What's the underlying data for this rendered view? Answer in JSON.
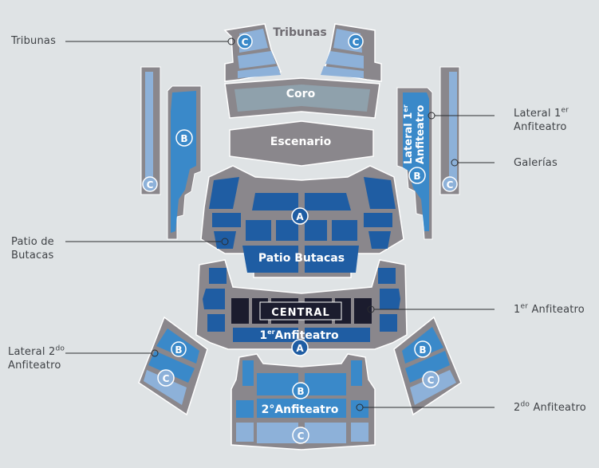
{
  "colors": {
    "background": "#dfe3e5",
    "structure_gray": "#8a878c",
    "zone_a": "#1f5da3",
    "zone_b": "#3a89c9",
    "zone_c": "#8db1d9",
    "central": "#1b1c2e",
    "coro": "#8fa1ac"
  },
  "stage": {
    "tribunas_title": "Tribunas",
    "coro": "Coro",
    "escenario": "Escenario"
  },
  "sections": {
    "patio_butacas": "Patio Butacas",
    "central": "CENTRAL",
    "primer_anfiteatro_num": "1",
    "primer_anfiteatro_sup": "er",
    "primer_anfiteatro_text": "Anfiteatro",
    "segundo_anfiteatro": "2°Anfiteatro",
    "lateral_primer_line1_main": "Lateral 1",
    "lateral_primer_line1_sup": "er",
    "lateral_primer_line2": "Anfiteatro"
  },
  "zone_badges": {
    "a": "A",
    "b": "B",
    "c": "C"
  },
  "callouts": {
    "tribunas": "Tribunas",
    "lateral_1er_main": "Lateral 1",
    "lateral_1er_sup": "er",
    "lateral_1er_line2": "Anfiteatro",
    "galerias": "Galerías",
    "patio_line1": "Patio de",
    "patio_line2": "Butacas",
    "primer_anf_num": "1",
    "primer_anf_sup": "er",
    "primer_anf_text": " Anfiteatro",
    "lateral_2do_main": "Lateral 2",
    "lateral_2do_sup": "do",
    "lateral_2do_line2": "Anfiteatro",
    "segundo_anf_num": "2",
    "segundo_anf_sup": "do",
    "segundo_anf_text": " Anfiteatro"
  }
}
